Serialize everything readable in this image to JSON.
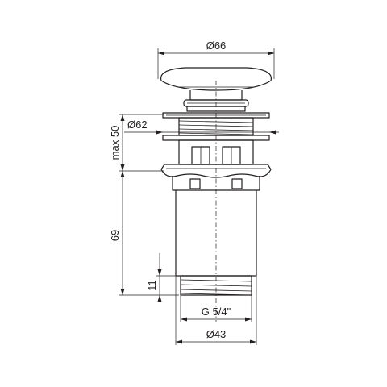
{
  "dimensions": {
    "cap_diameter": "Ø66",
    "flange_diameter": "Ø62",
    "body_diameter": "Ø43",
    "thread": "G 5/4\"",
    "max_height": "max 50",
    "body_height": "69",
    "thread_length": "11"
  }
}
